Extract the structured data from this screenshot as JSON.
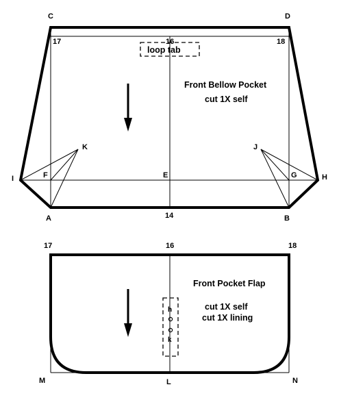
{
  "points": {
    "C": "C",
    "D": "D",
    "I": "I",
    "F": "F",
    "E": "E",
    "G": "G",
    "H": "H",
    "A": "A",
    "B": "B",
    "K": "K",
    "J": "J",
    "n17_top": "17",
    "n16_top": "16",
    "n18_top": "18",
    "n14": "14",
    "n17_flap": "17",
    "n16_flap": "16",
    "n18_flap": "18",
    "M": "M",
    "L": "L",
    "N": "N",
    "h": "h",
    "k": "k"
  },
  "bellow_pocket": {
    "loop_tab": "loop tab",
    "title": "Front Bellow Pocket",
    "cut": "cut 1X self"
  },
  "pocket_flap": {
    "title": "Front Pocket Flap",
    "cut_self": "cut 1X self",
    "cut_lining": "cut 1X lining"
  }
}
